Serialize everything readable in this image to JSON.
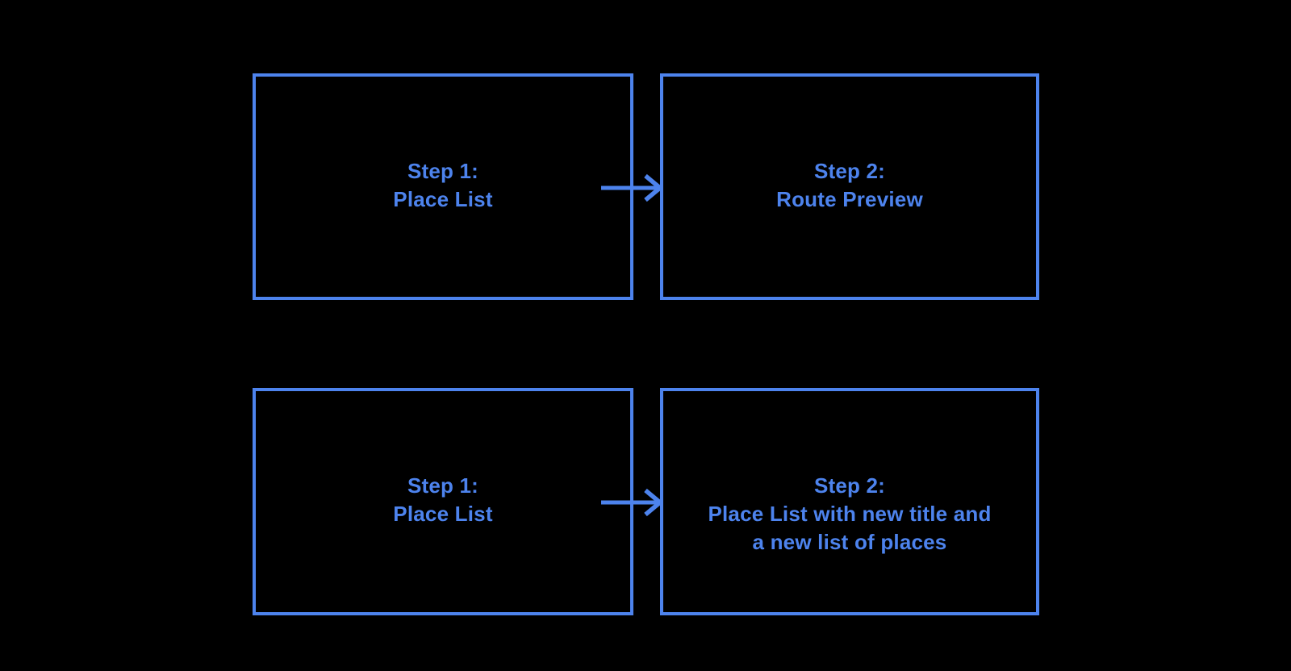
{
  "colors": {
    "background": "#000000",
    "accent": "#4d83ed"
  },
  "diagram": {
    "boxes": {
      "top_left": {
        "lines": [
          "Step 1:",
          "Place List"
        ]
      },
      "top_right": {
        "lines": [
          "Step 2:",
          "Route Preview"
        ]
      },
      "bottom_left": {
        "lines": [
          "Step 1:",
          "Place List"
        ]
      },
      "bottom_right": {
        "lines": [
          "Step 2:",
          "Place List with new title and",
          "a new list of places"
        ]
      }
    },
    "connectors": [
      {
        "from": "top_left",
        "to": "top_right",
        "icon": "arrow-right-icon"
      },
      {
        "from": "bottom_left",
        "to": "bottom_right",
        "icon": "arrow-right-icon"
      }
    ]
  }
}
